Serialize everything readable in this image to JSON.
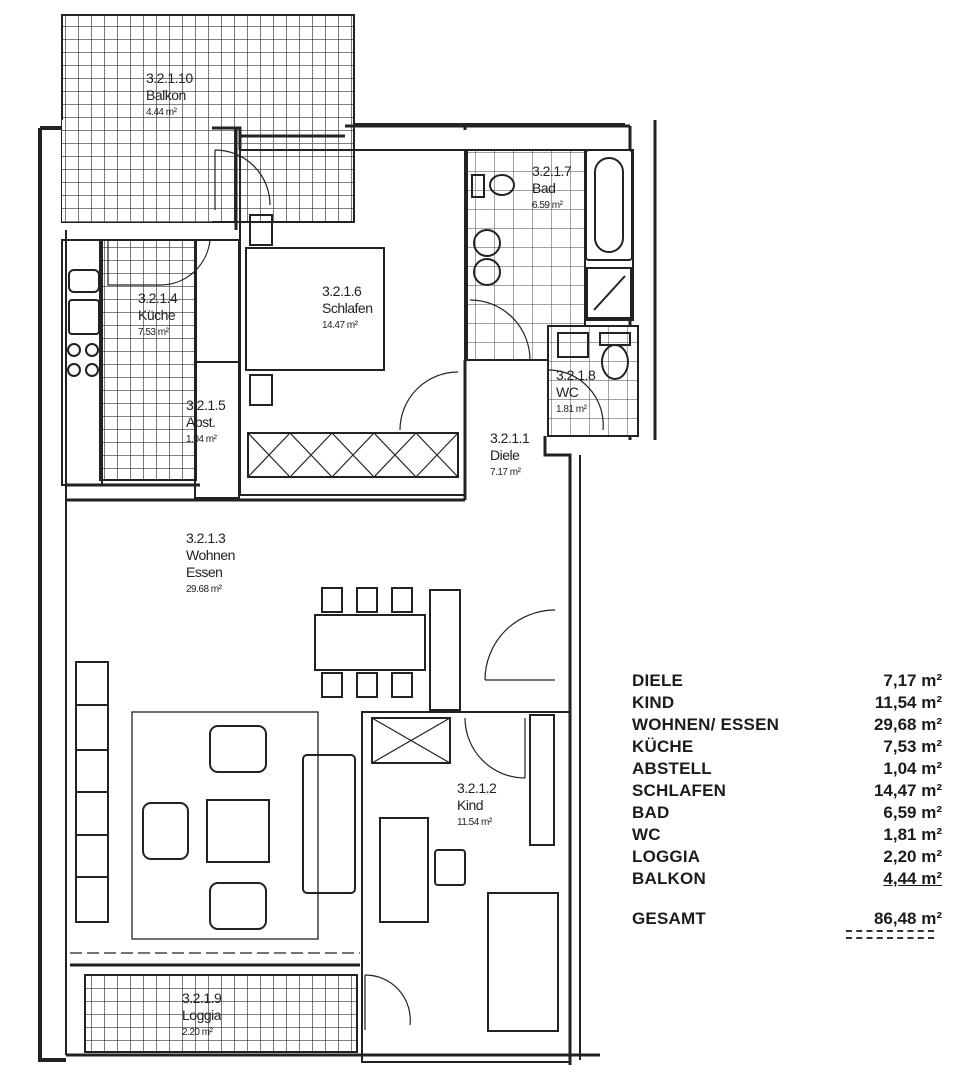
{
  "rooms": [
    {
      "id": "3.2.1.10",
      "name": "Balkon",
      "area": "4.44 m²"
    },
    {
      "id": "3.2.1.7",
      "name": "Bad",
      "area": "6.59 m²"
    },
    {
      "id": "3.2.1.4",
      "name": "Küche",
      "area": "7.53 m²"
    },
    {
      "id": "3.2.1.6",
      "name": "Schlafen",
      "area": "14.47 m²"
    },
    {
      "id": "3.2.1.8",
      "name": "WC",
      "area": "1.81 m²"
    },
    {
      "id": "3.2.1.5",
      "name": "Abst.",
      "area": "1.04 m²"
    },
    {
      "id": "3.2.1.1",
      "name": "Diele",
      "area": "7.17 m²"
    },
    {
      "id": "3.2.1.3",
      "name": "Wohnen",
      "name2": "Essen",
      "area": "29.68 m²"
    },
    {
      "id": "3.2.1.2",
      "name": "Kind",
      "area": "11.54 m²"
    },
    {
      "id": "3.2.1.9",
      "name": "Loggia",
      "area": "2.20 m²"
    }
  ],
  "area_table": {
    "rows": [
      {
        "name": "DIELE",
        "value": "7,17 m²"
      },
      {
        "name": "KIND",
        "value": "11,54 m²"
      },
      {
        "name": "WOHNEN/ ESSEN",
        "value": "29,68 m²"
      },
      {
        "name": "KÜCHE",
        "value": "7,53 m²"
      },
      {
        "name": "ABSTELL",
        "value": "1,04 m²"
      },
      {
        "name": "SCHLAFEN",
        "value": "14,47 m²"
      },
      {
        "name": "BAD",
        "value": "6,59 m²"
      },
      {
        "name": "WC",
        "value": "1,81 m²"
      },
      {
        "name": "LOGGIA",
        "value": "2,20 m²"
      },
      {
        "name": "BALKON",
        "value": "4,44 m²"
      }
    ],
    "total_label": "GESAMT",
    "total_value": "86,48 m²"
  }
}
